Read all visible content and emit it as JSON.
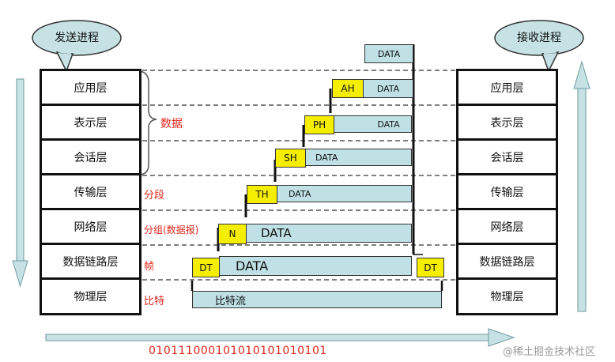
{
  "sender": {
    "title": "发送进程"
  },
  "receiver": {
    "title": "接收进程"
  },
  "layers": [
    "应用层",
    "表示层",
    "会话层",
    "传输层",
    "网络层",
    "数据链路层",
    "物理层"
  ],
  "annotations": {
    "data": "数据",
    "segment": "分段",
    "packet": "分组(数据报)",
    "frame": "帧",
    "bit": "比特"
  },
  "pdus": {
    "top_data": "DATA",
    "app_header": "AH",
    "app_data": "DATA",
    "pres_header": "PH",
    "pres_data": "DATA",
    "sess_header": "SH",
    "sess_data": "DATA",
    "trans_header": "TH",
    "trans_data": "DATA",
    "net_header": "N",
    "net_data": "DATA",
    "link_header": "DT",
    "link_data": "DATA",
    "link_trailer": "DT",
    "bitstream": "比特流"
  },
  "bits": "010111000101010101010101",
  "watermark": "@稀土掘金技术社区",
  "colors": {
    "header": "#f6ee00",
    "data": "#bfe1e6",
    "annotation": "#e0261b",
    "arrow": "#c6e2e4"
  }
}
